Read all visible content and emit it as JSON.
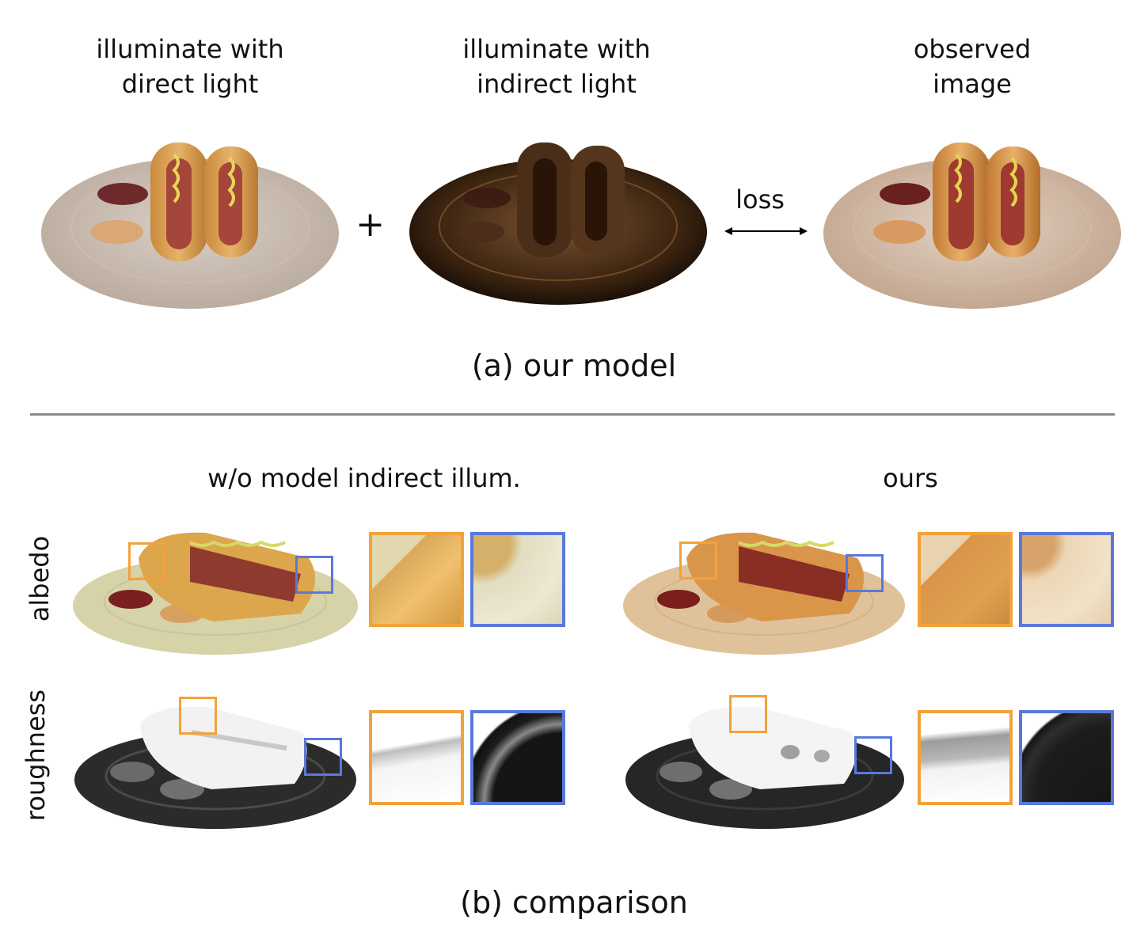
{
  "top": {
    "label_direct": "illuminate with\ndirect light",
    "label_indirect": "illuminate with\nindirect light",
    "label_observed": "observed\nimage",
    "plus_sign": "+",
    "loss_label": "loss",
    "caption": "(a) our model"
  },
  "bottom": {
    "col_baseline": "w/o model indirect illum.",
    "col_ours": "ours",
    "row_albedo": "albedo",
    "row_roughness": "roughness",
    "caption": "(b) comparison"
  },
  "colors": {
    "orange_box": "#f2a23a",
    "blue_box": "#5a78dc",
    "divider": "#8a8a8a"
  }
}
